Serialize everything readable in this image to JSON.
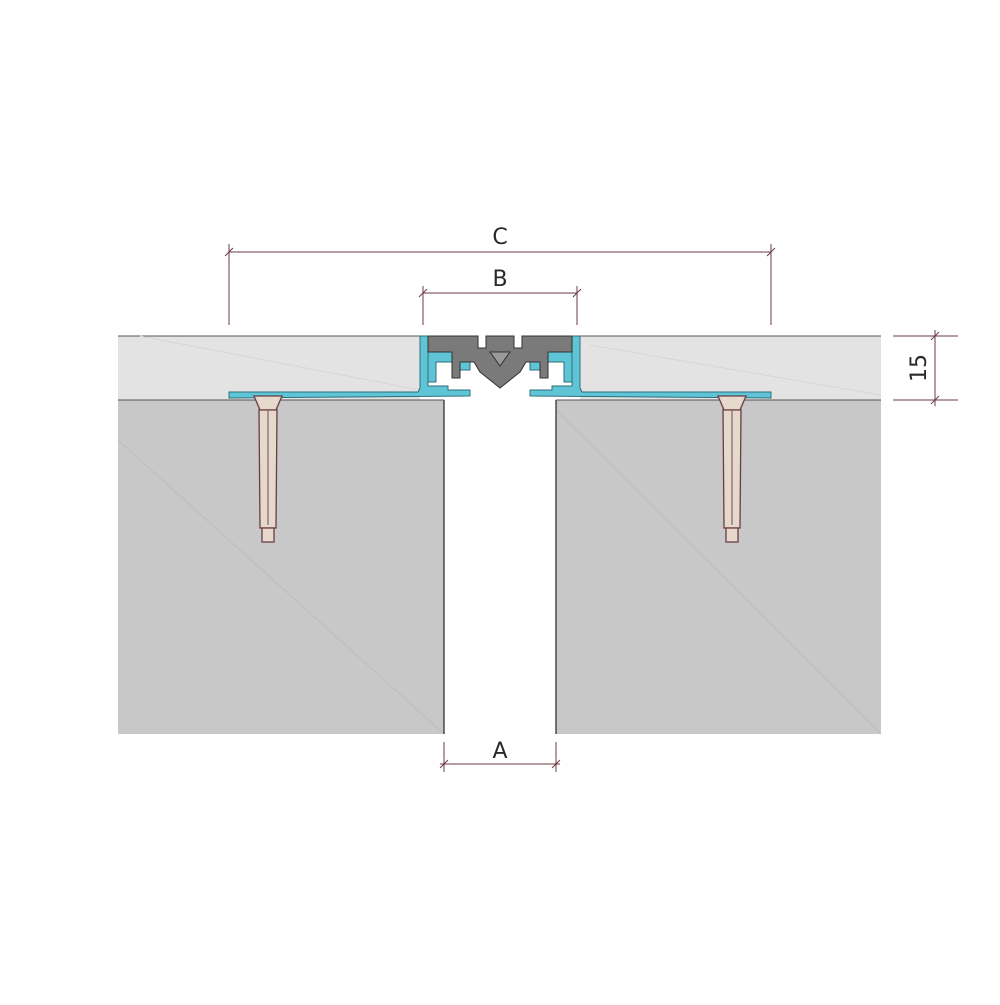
{
  "dimensions": {
    "joint_gap": "A",
    "profile_width": "B",
    "overall_width": "C",
    "screed_thickness": "15"
  },
  "colors": {
    "background": "#ffffff",
    "screed": "#e3e3e3",
    "concrete": "#c8c8c8",
    "aluminium_profile": "#5ec4d6",
    "rubber_insert": "#7a7a7a",
    "anchor": "#e6d9cc",
    "dimension_line": "#6b3b45"
  }
}
